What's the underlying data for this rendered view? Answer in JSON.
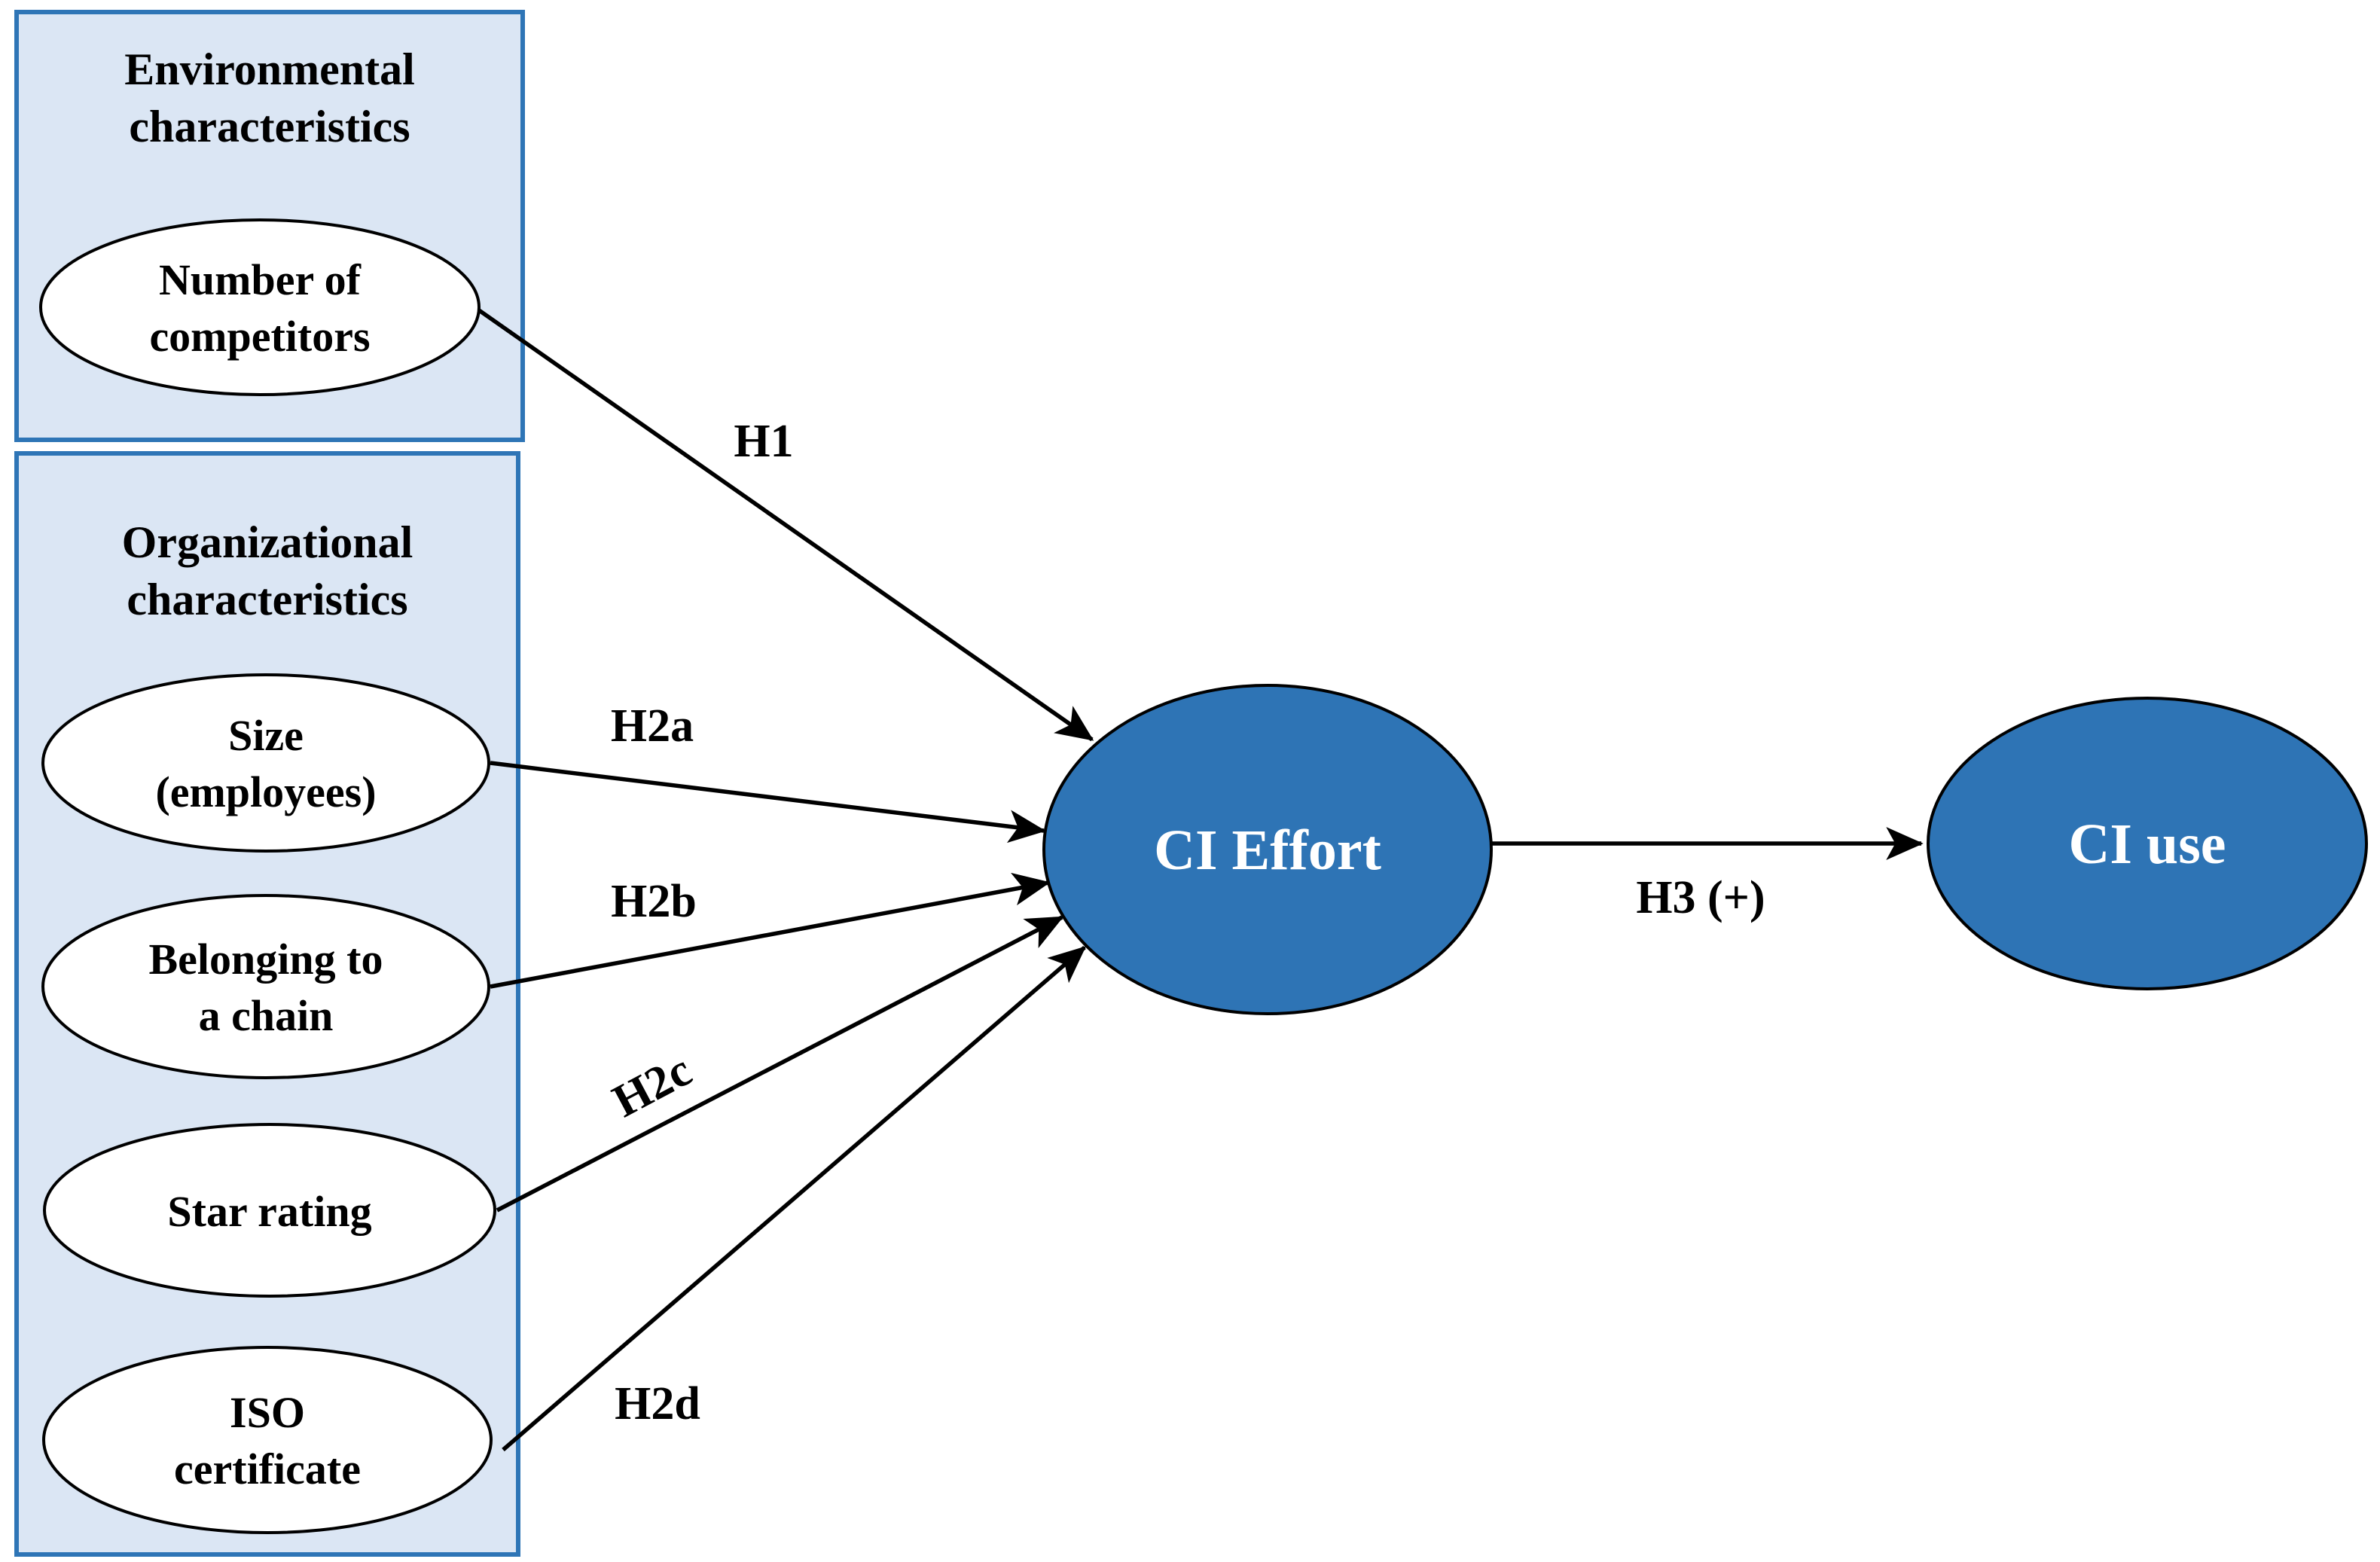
{
  "diagram_type": "research-model-path-diagram",
  "colors": {
    "group_box_fill": "#dbe6f4",
    "group_box_border": "#2e75b6",
    "member_node_fill": "#ffffff",
    "construct_node_fill": "#2e74b5",
    "construct_node_text": "#ffffff",
    "line_color": "#000000",
    "text_color": "#000000"
  },
  "groups": {
    "environmental": {
      "title_line1": "Environmental",
      "title_line2": "characteristics",
      "nodes": {
        "competitors": {
          "line1": "Number of",
          "line2": "competitors"
        }
      }
    },
    "organizational": {
      "title_line1": "Organizational",
      "title_line2": "characteristics",
      "nodes": {
        "size": {
          "line1": "Size",
          "line2": "(employees)"
        },
        "chain": {
          "line1": "Belonging to",
          "line2": "a chain"
        },
        "star": {
          "line1": "Star rating"
        },
        "iso": {
          "line1": "ISO",
          "line2": "certificate"
        }
      }
    }
  },
  "constructs": {
    "ci_effort": "CI Effort",
    "ci_use": "CI use"
  },
  "hypotheses": {
    "h1": "H1",
    "h2a": "H2a",
    "h2b": "H2b",
    "h2c": "H2c",
    "h2d": "H2d",
    "h3": "H3 (+)"
  }
}
